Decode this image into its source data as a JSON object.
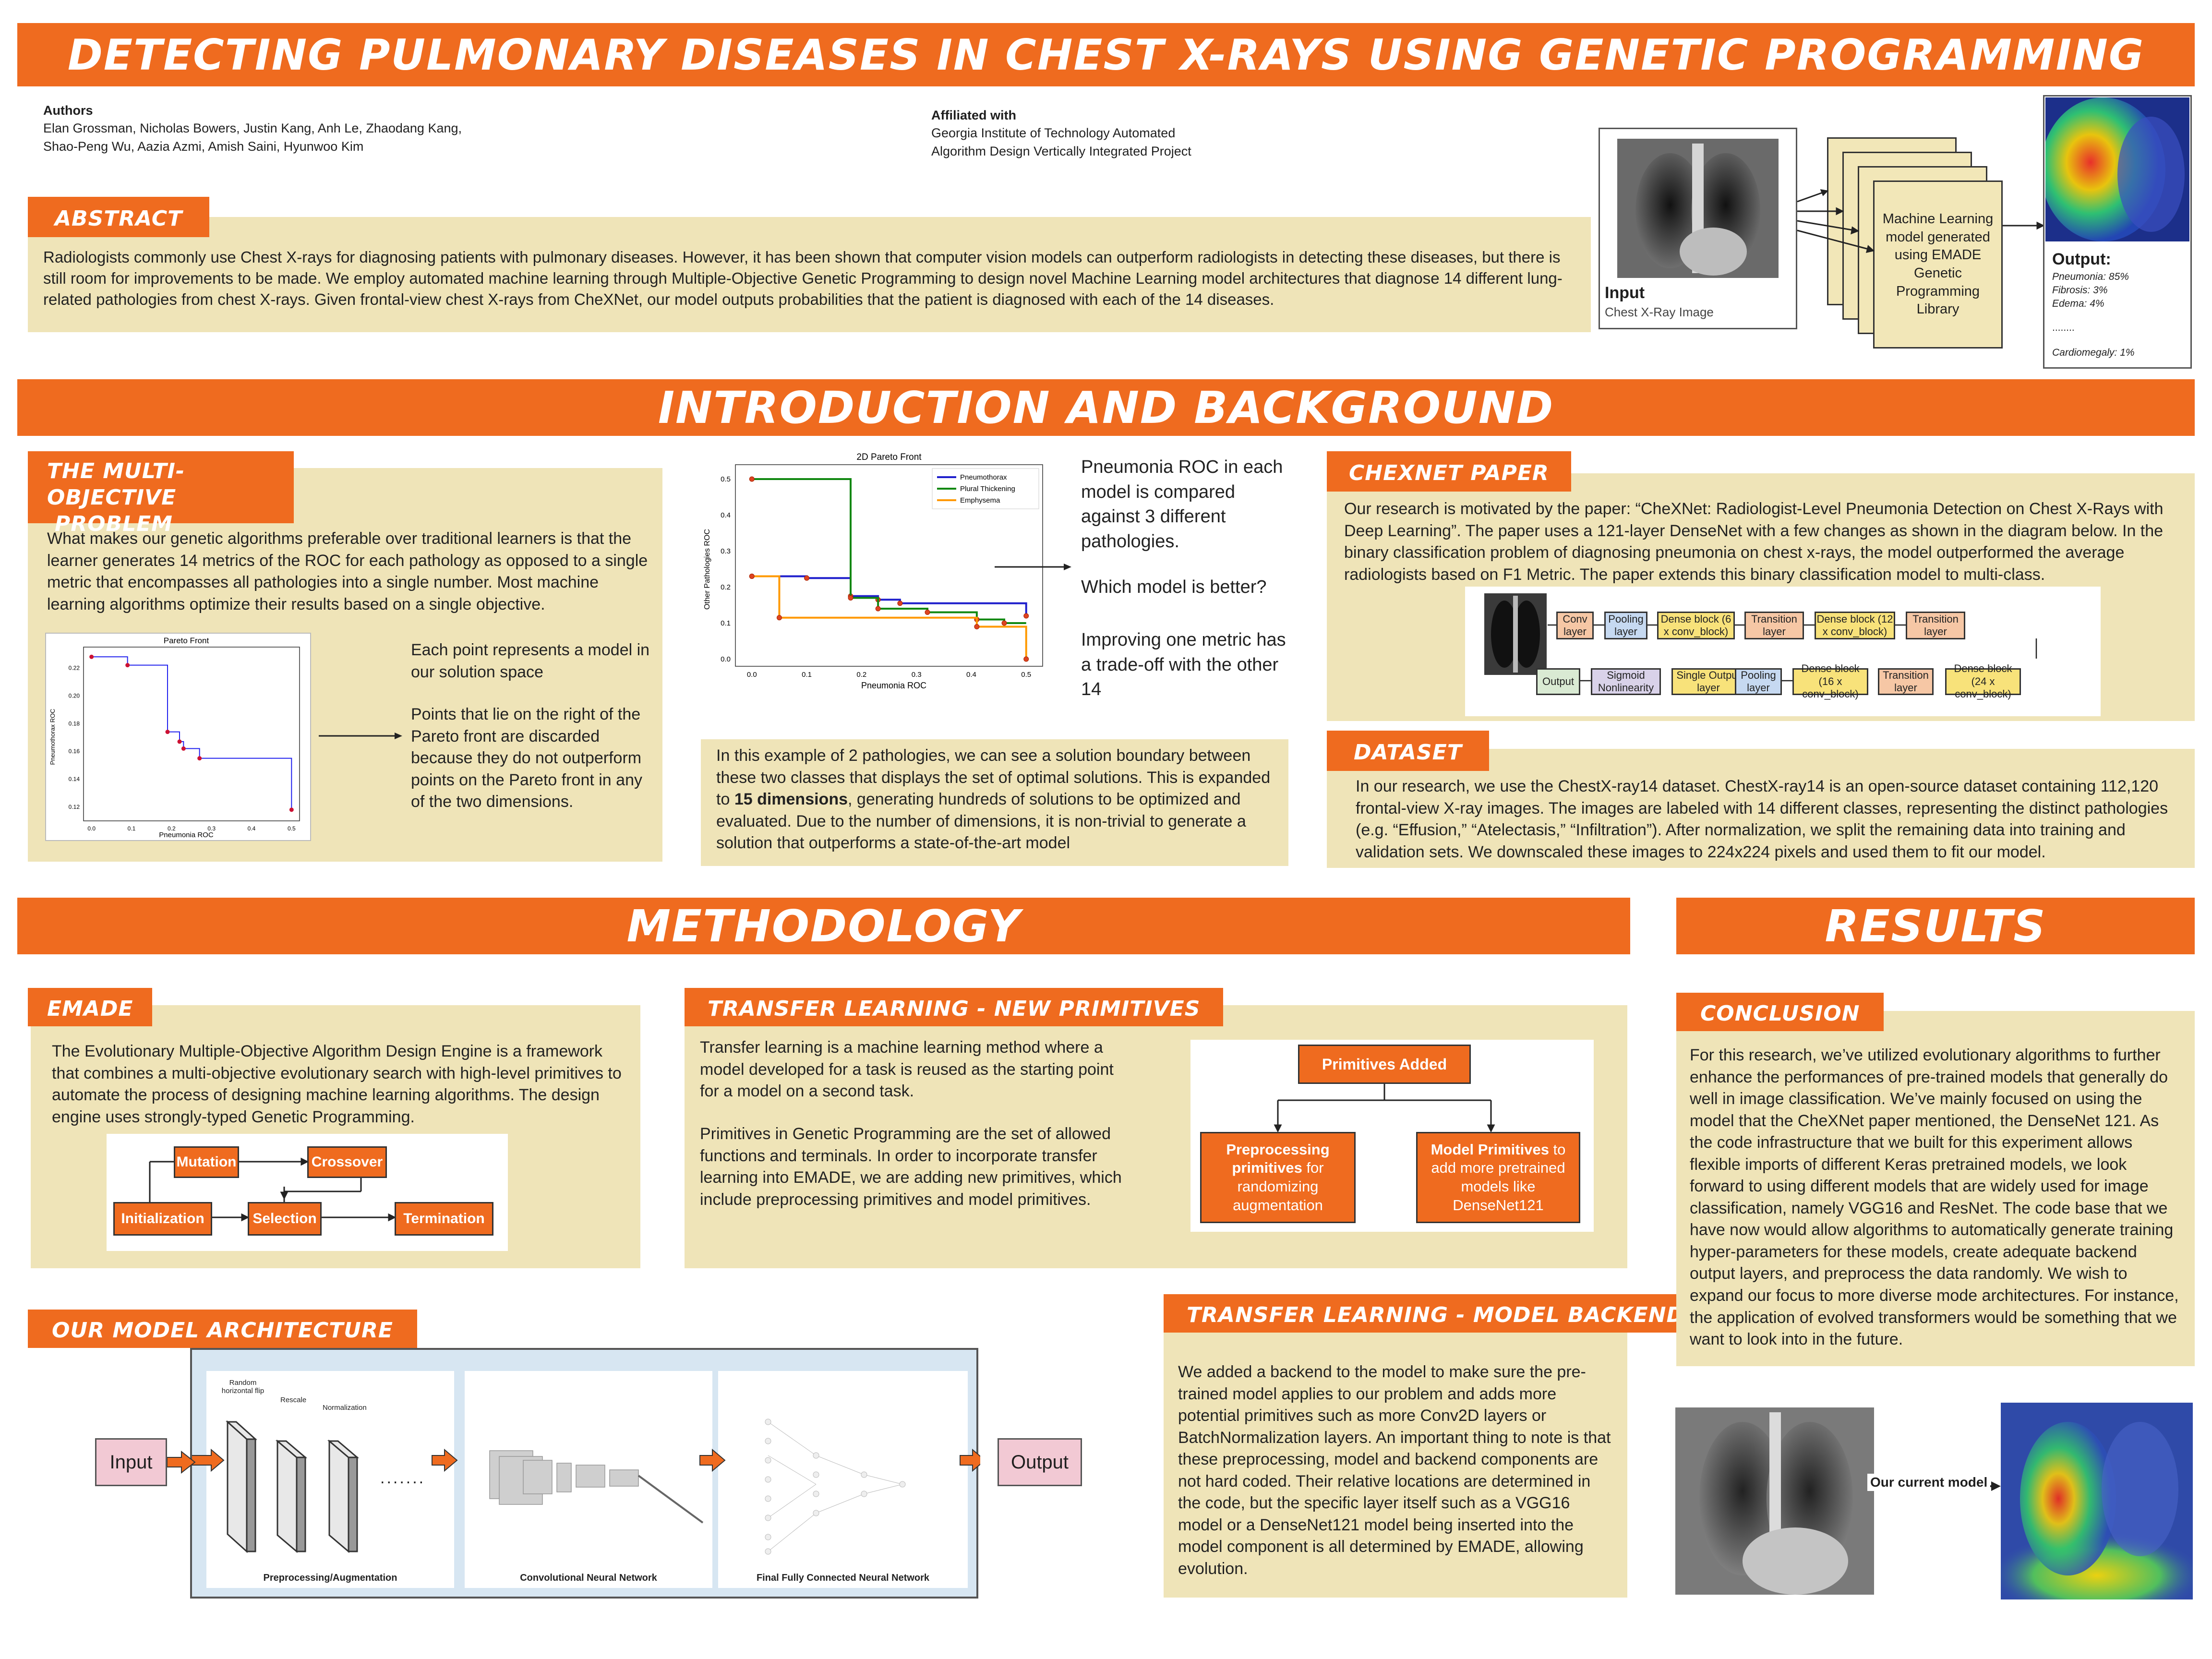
{
  "title": "DETECTING PULMONARY DISEASES IN CHEST X-RAYS USING GENETIC PROGRAMMING",
  "authors": {
    "heading": "Authors",
    "names_line1": "Elan Grossman, Nicholas Bowers, Justin Kang, Anh Le, Zhaodang Kang,",
    "names_line2": "Shao-Peng Wu, Aazia Azmi, Amish Saini, Hyunwoo Kim"
  },
  "affiliation": {
    "heading": "Affiliated with",
    "line1": "Georgia Institute of Technology Automated",
    "line2": "Algorithm Design Vertically Integrated Project"
  },
  "abstract": {
    "tag": "ABSTRACT",
    "text": "Radiologists commonly use Chest X-rays for diagnosing patients with pulmonary diseases. However, it has been shown that computer vision models can outperform radiologists in detecting these diseases, but there is still room for improvements to be made. We employ automated machine learning through Multiple-Objective Genetic Programming to design novel Machine Learning model architectures that diagnose 14 different lung-related pathologies from chest X-rays. Given frontal-view chest X-rays from CheXNet, our model outputs probabilities that the patient is diagnosed with each of the 14 diseases."
  },
  "overview_figure": {
    "input_label": "Input",
    "input_sub": "Chest X-Ray Image",
    "model_text": "Machine Learning model generated using EMADE Genetic Programming Library",
    "output_label": "Output:",
    "outputs": [
      "Pneumonia: 85%",
      "Fibrosis: 3%",
      "Edema: 4%",
      "........",
      "Cardiomegaly: 1%"
    ]
  },
  "intro_banner": "INTRODUCTION AND BACKGROUND",
  "multi_objective": {
    "tag_line1": "THE MULTI-OBJECTIVE",
    "tag_line2": "PROBLEM",
    "text": "What makes our genetic algorithms preferable over traditional learners is that the learner generates 14 metrics of the ROC for each pathology as opposed to a single metric that encompasses all pathologies into a single number. Most machine learning algorithms optimize their results based on a single objective.",
    "point_text1": "Each point represents a model in our solution space",
    "point_text2": "Points that lie on the right of the Pareto front are discarded because they do not outperform points on the Pareto front in any of the two dimensions."
  },
  "pareto_small": {
    "title": "Pareto Front",
    "xlabel": "Pneumonia ROC",
    "ylabel": "Pneumothorax ROC",
    "xticks": [
      "0.0",
      "0.1",
      "0.2",
      "0.3",
      "0.4",
      "0.5"
    ],
    "yticks": [
      "0.22",
      "0.20",
      "0.18",
      "0.16",
      "0.14",
      "0.12"
    ]
  },
  "pareto_2d": {
    "title": "2D Pareto Front",
    "xlabel": "Pneumonia ROC",
    "ylabel": "Other Pathologies ROC",
    "xticks": [
      "0.0",
      "0.1",
      "0.2",
      "0.3",
      "0.4",
      "0.5"
    ],
    "yticks": [
      "0.5",
      "0.4",
      "0.3",
      "0.2",
      "0.1",
      "0.0"
    ],
    "notes_1": "Pneumonia ROC in each model is compared against 3 different pathologies.",
    "notes_2": "Which model is better?",
    "notes_3": "Improving one metric has a trade-off with the other 14",
    "example_a": "In this example of 2 pathologies, we can see a solution boundary between these two classes that displays the set of optimal solutions. This is expanded to ",
    "example_bold": "15 dimensions",
    "example_b": ", generating hundreds of solutions to be optimized and evaluated. Due to the number of dimensions, it is non-trivial to generate a solution that outperforms a state-of-the-art model"
  },
  "chart_data": [
    {
      "type": "line",
      "title": "Pareto Front",
      "xlabel": "Pneumonia ROC",
      "ylabel": "Pneumothorax ROC",
      "xlim": [
        -0.02,
        0.52
      ],
      "ylim": [
        0.11,
        0.235
      ],
      "series": [
        {
          "name": "",
          "x": [
            0.0,
            0.09,
            0.09,
            0.19,
            0.19,
            0.22,
            0.22,
            0.23,
            0.23,
            0.27,
            0.27,
            0.5,
            0.5
          ],
          "y": [
            0.228,
            0.228,
            0.222,
            0.222,
            0.174,
            0.174,
            0.167,
            0.167,
            0.162,
            0.162,
            0.155,
            0.155,
            0.118
          ]
        }
      ],
      "points": {
        "x": [
          0.0,
          0.09,
          0.19,
          0.22,
          0.23,
          0.27,
          0.5
        ],
        "y": [
          0.228,
          0.222,
          0.174,
          0.167,
          0.162,
          0.155,
          0.118
        ]
      }
    },
    {
      "type": "line",
      "title": "2D Pareto Front",
      "xlabel": "Pneumonia ROC",
      "ylabel": "Other Pathologies ROC",
      "xlim": [
        -0.03,
        0.53
      ],
      "ylim": [
        -0.02,
        0.54
      ],
      "series": [
        {
          "name": "Pneumothorax",
          "color": "#1f1fcc",
          "x": [
            0.0,
            0.1,
            0.1,
            0.18,
            0.18,
            0.23,
            0.23,
            0.27,
            0.27,
            0.5,
            0.5
          ],
          "y": [
            0.23,
            0.23,
            0.225,
            0.225,
            0.175,
            0.175,
            0.165,
            0.165,
            0.155,
            0.155,
            0.12
          ]
        },
        {
          "name": "Plural Thickening",
          "color": "#118811",
          "x": [
            0.0,
            0.18,
            0.18,
            0.23,
            0.23,
            0.32,
            0.32,
            0.41,
            0.41,
            0.46,
            0.46,
            0.5
          ],
          "y": [
            0.5,
            0.5,
            0.17,
            0.17,
            0.14,
            0.14,
            0.13,
            0.13,
            0.11,
            0.11,
            0.1,
            0.1
          ]
        },
        {
          "name": "Emphysema",
          "color": "#ff9900",
          "x": [
            0.0,
            0.05,
            0.05,
            0.23,
            0.23,
            0.41,
            0.41,
            0.5,
            0.5
          ],
          "y": [
            0.23,
            0.23,
            0.115,
            0.115,
            0.115,
            0.115,
            0.09,
            0.09,
            0.0
          ]
        }
      ]
    }
  ],
  "chexnet": {
    "tag": "CHEXNET PAPER",
    "text": "Our research is motivated by the paper: “CheXNet: Radiologist-Level Pneumonia Detection on Chest X-Rays with Deep Learning”. The paper uses a 121-layer DenseNet with a few changes as shown in the diagram below. In the binary classification problem of diagnosing pneumonia on chest x-rays, the model outperformed the average radiologists based on F1 Metric. The paper extends this binary classification model to multi-class.",
    "row1": [
      "Conv layer",
      "Pooling layer",
      "Dense block (6 x conv_block)",
      "Transition layer",
      "Dense block (12 x conv_block)",
      "Transition layer"
    ],
    "row2": [
      "Output",
      "Sigmoid Nonlinearity",
      "Single Output layer",
      "Pooling layer",
      "Dense block (16 x conv_block)",
      "Transition layer",
      "Dense block (24 x conv_block)"
    ]
  },
  "dataset": {
    "tag": "DATASET",
    "text": "In our research, we use the ChestX-ray14 dataset. ChestX-ray14 is an open-source dataset containing 112,120 frontal-view X-ray images. The images are labeled with 14 different classes, representing the distinct pathologies (e.g. “Effusion,” “Atelectasis,” “Infiltration”). After normalization, we split the remaining data into training and validation sets. We downscaled these images to 224x224 pixels and used them to fit our model."
  },
  "methodology_banner": "METHODOLOGY",
  "results_banner": "RESULTS",
  "emade": {
    "tag": "EMADE",
    "text": "The Evolutionary Multiple-Objective Algorithm Design Engine is a framework that combines a multi-objective evolutionary search with high-level primitives to automate the process of designing machine learning algorithms. The design engine uses strongly-typed Genetic Programming.",
    "flow": [
      "Mutation",
      "Crossover",
      "Initialization",
      "Selection",
      "Termination"
    ]
  },
  "transfer_primitives": {
    "tag": "TRANSFER LEARNING  - NEW PRIMITIVES",
    "text1": "Transfer learning is a machine learning method where a model developed for a task is reused as the starting point for a model on a second task.",
    "text2": "Primitives in Genetic Programming are the set of allowed functions and terminals. In order to incorporate transfer learning into EMADE, we are adding new primitives, which include preprocessing primitives and model primitives.",
    "root": "Primitives Added",
    "left_bold": "Preprocessing primitives",
    "left_rest": " for randomizing augmentation",
    "right_bold": "Model Primitives",
    "right_rest": " to add more pretrained models like DenseNet121"
  },
  "architecture": {
    "tag": "OUR MODEL ARCHITECTURE",
    "input": "Input",
    "output": "Output",
    "aug_labels": [
      "Random horizontal flip",
      "Rescale",
      "Normalization"
    ],
    "dots": ".......",
    "captions": [
      "Preprocessing/Augmentation",
      "Convolutional Neural Network",
      "Final Fully Connected Neural Network"
    ]
  },
  "transfer_backend": {
    "tag": "TRANSFER LEARNING  - MODEL BACKEND",
    "text": "We added a backend to the model to make sure the pre-trained model applies to our problem and adds more potential primitives such as more Conv2D layers or BatchNormalization layers. An important thing to note is that these preprocessing, model and backend components are not hard coded. Their relative locations are determined in the code, but the specific layer itself such as a VGG16 model or a DenseNet121 model being inserted into the model component is all determined by EMADE, allowing evolution."
  },
  "conclusion": {
    "tag": "CONCLUSION",
    "text": "For this research, we’ve utilized evolutionary algorithms to further enhance the performances of pre-trained models that generally do well in image classification. We’ve mainly focused on using the model that the CheXNet paper mentioned, the DenseNet 121. As the code infrastructure that we built for this experiment allows flexible imports of different Keras pretrained models, we look forward to using different models that are widely used for image classification, namely VGG16 and ResNet. The code base that we have now would allow algorithms to automatically generate training hyper-parameters for these models, create adequate backend output layers, and preprocess the data randomly. We wish to expand our focus to more diverse mode architectures. For instance, the application of evolved transformers would be something that we want to look into in the future.",
    "model_label": "Our current model"
  },
  "colors": {
    "accent": "#ef6b1f",
    "panel": "#efe4b8",
    "arch_bg": "#d7e6f2",
    "io_box": "#f2c9d4"
  }
}
